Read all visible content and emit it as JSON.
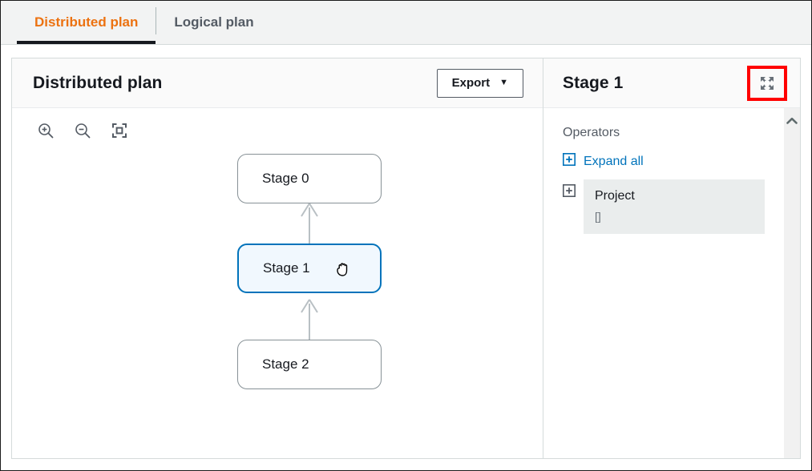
{
  "tabs": [
    {
      "label": "Distributed plan",
      "active": true,
      "name": "tab-distributed-plan"
    },
    {
      "label": "Logical plan",
      "active": false,
      "name": "tab-logical-plan"
    }
  ],
  "left_panel": {
    "title": "Distributed plan",
    "export_label": "Export",
    "export_caret": "▼",
    "zoom_tools": [
      {
        "icon": "zoom-in-icon"
      },
      {
        "icon": "zoom-out-icon"
      },
      {
        "icon": "fit-to-screen-icon"
      }
    ],
    "graph": {
      "nodes": [
        {
          "label": "Stage 0",
          "selected": false
        },
        {
          "label": "Stage 1",
          "selected": true
        },
        {
          "label": "Stage 2",
          "selected": false
        }
      ],
      "edges": [
        {
          "from": "Stage 1",
          "to": "Stage 0"
        },
        {
          "from": "Stage 2",
          "to": "Stage 1"
        }
      ]
    }
  },
  "right_panel": {
    "title": "Stage 1",
    "close_icon": "expand-maximize-icon",
    "operators_label": "Operators",
    "expand_all_label": "Expand all",
    "tree": [
      {
        "label": "Project",
        "sub": "[]",
        "expandable": true,
        "selected": true
      }
    ]
  },
  "colors": {
    "accent_orange": "#ec7211",
    "link_blue": "#0073bb",
    "selected_node_fill": "#f1f8fe",
    "annotation_red": "#ff0000",
    "tab_inactive": "#545b64"
  }
}
